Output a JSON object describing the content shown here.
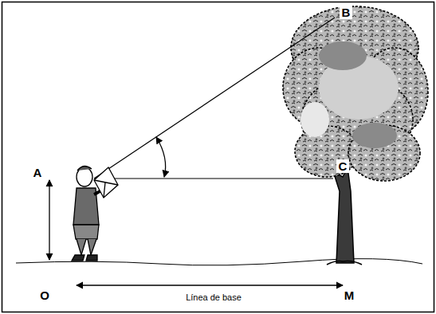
{
  "diagram": {
    "labels": [
      "B",
      "A",
      "C",
      "O",
      "M",
      "Línea de base"
    ]
  }
}
